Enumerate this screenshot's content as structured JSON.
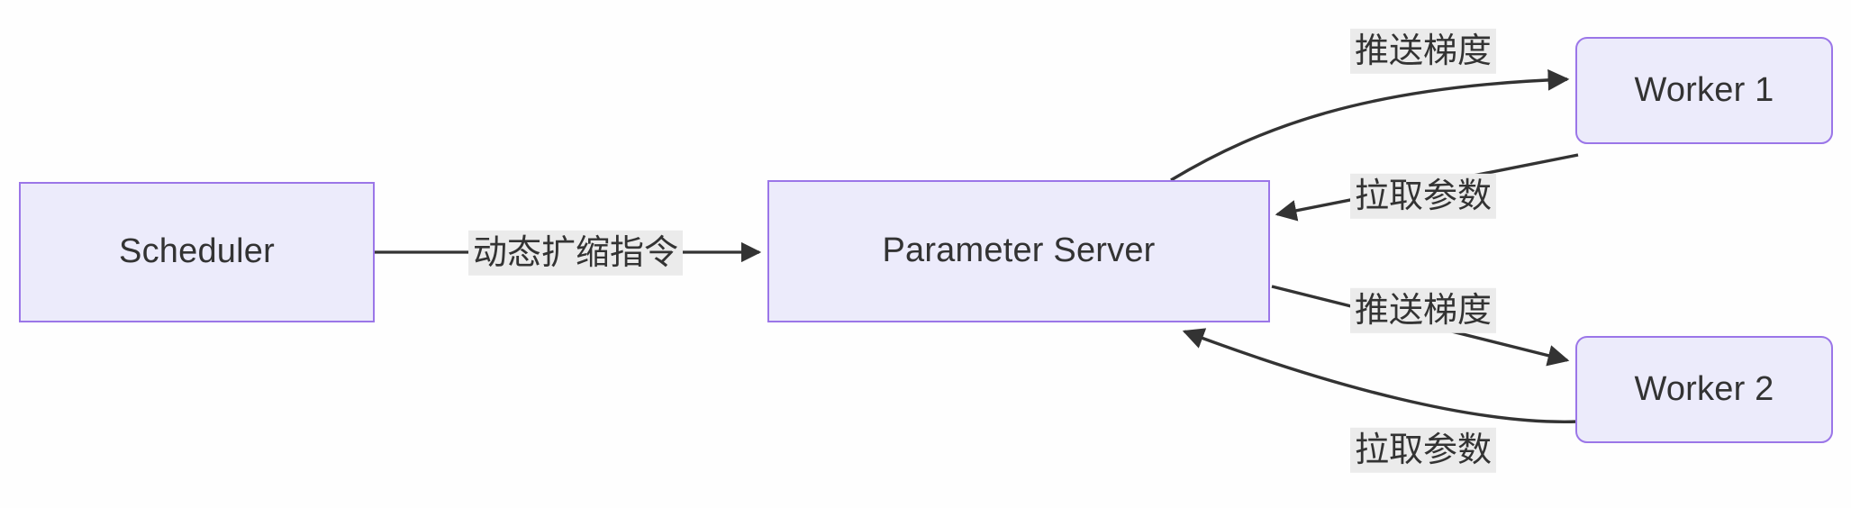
{
  "diagram": {
    "type": "flowchart",
    "direction": "left-to-right",
    "background_color": "#fefefe",
    "node_fill": "#ecebfb",
    "node_border": "#9b76e8",
    "node_text_color": "#333333",
    "edge_color": "#333333",
    "edge_label_bg": "#ebebeb"
  },
  "nodes": [
    {
      "id": "scheduler",
      "label": "Scheduler",
      "shape": "rect"
    },
    {
      "id": "ps",
      "label": "Parameter Server",
      "shape": "rect"
    },
    {
      "id": "worker1",
      "label": "Worker 1",
      "shape": "rounded"
    },
    {
      "id": "worker2",
      "label": "Worker 2",
      "shape": "rounded"
    }
  ],
  "edges": [
    {
      "id": "e-sched-ps",
      "from": "scheduler",
      "to": "ps",
      "label": "动态扩缩指令",
      "arrow": "to"
    },
    {
      "id": "e-ps-w1",
      "from": "ps",
      "to": "worker1",
      "label": "推送梯度",
      "arrow": "to"
    },
    {
      "id": "e-w1-ps",
      "from": "worker1",
      "to": "ps",
      "label": "拉取参数",
      "arrow": "to"
    },
    {
      "id": "e-ps-w2",
      "from": "ps",
      "to": "worker2",
      "label": "推送梯度",
      "arrow": "to"
    },
    {
      "id": "e-w2-ps",
      "from": "worker2",
      "to": "ps",
      "label": "拉取参数",
      "arrow": "to"
    }
  ]
}
